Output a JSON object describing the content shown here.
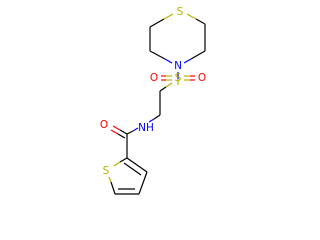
{
  "molecule": {
    "atoms": {
      "thiomorpholine_s": "S",
      "thiomorpholine_n": "N",
      "sulfonyl_s": "S",
      "sulfonyl_o_left": "O",
      "sulfonyl_o_right": "O",
      "amide_n": "NH",
      "carbonyl_o": "O",
      "thiophene_s": "S"
    },
    "colors": {
      "carbon": "#000000",
      "sulfur": "#b3b300",
      "nitrogen": "#0000ff",
      "oxygen": "#ff0000"
    }
  }
}
